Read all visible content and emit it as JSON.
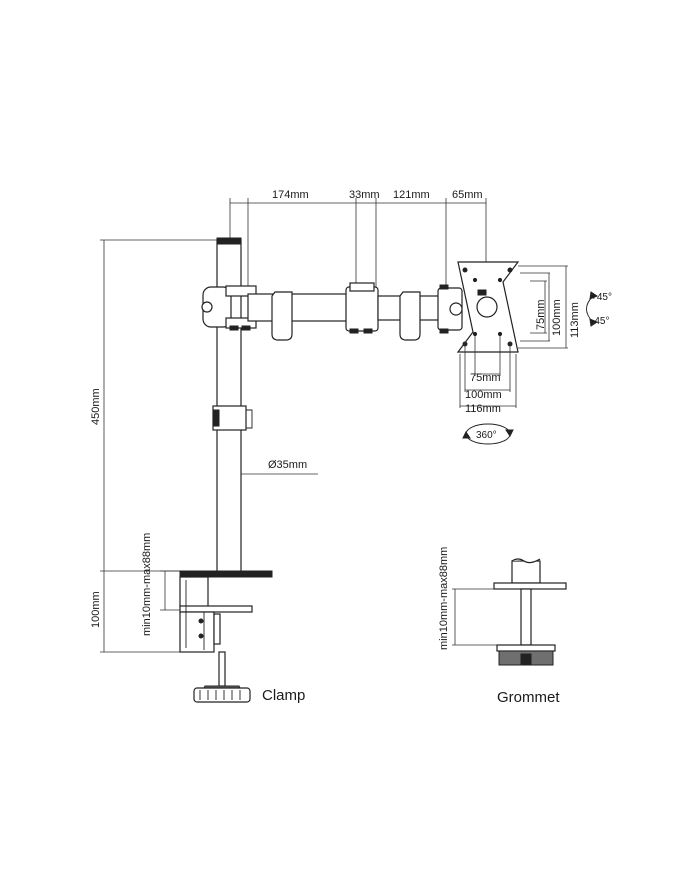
{
  "dimensions": {
    "arm_174": "174mm",
    "arm_33": "33mm",
    "arm_121": "121mm",
    "arm_65": "65mm",
    "height_450": "450mm",
    "pole_diameter": "Ø35mm",
    "clamp_100": "100mm",
    "clamp_thickness": "min10mm-max88mm",
    "grommet_thickness": "min10mm-max88mm",
    "vesa_75_v": "75mm",
    "vesa_100_v": "100mm",
    "vesa_113_v": "113mm",
    "vesa_75_h": "75mm",
    "vesa_100_h": "100mm",
    "vesa_116_h": "116mm",
    "tilt_up": "+45°",
    "tilt_down": "-45°",
    "rotation": "360°"
  },
  "captions": {
    "clamp": "Clamp",
    "grommet": "Grommet"
  }
}
